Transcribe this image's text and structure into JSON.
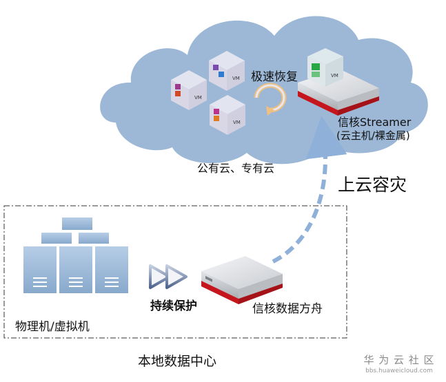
{
  "cloud": {
    "restore_label": "极速恢复",
    "streamer_label_line1": "信核Streamer",
    "streamer_label_line2": "(云主机/裸金属)",
    "cloud_caption": "公有云、专有云",
    "vm_badge": "VM"
  },
  "arrow_label": "上云容灾",
  "local": {
    "servers_caption": "物理机/虚拟机",
    "protect_label": "持续保护",
    "appliance_label": "信核数据方舟",
    "datacenter_caption": "本地数据中心"
  },
  "watermark": {
    "line1": "华 为 云 社 区",
    "line2": "bbs.huaweicloud.com"
  },
  "colors": {
    "cloud_fill": "#9cb8d6",
    "server_blue": "#9fbcd9",
    "appliance_red": "#c4161c",
    "dashed_arrow": "#8fb0d8",
    "play_arrow": "#5a6f96"
  }
}
